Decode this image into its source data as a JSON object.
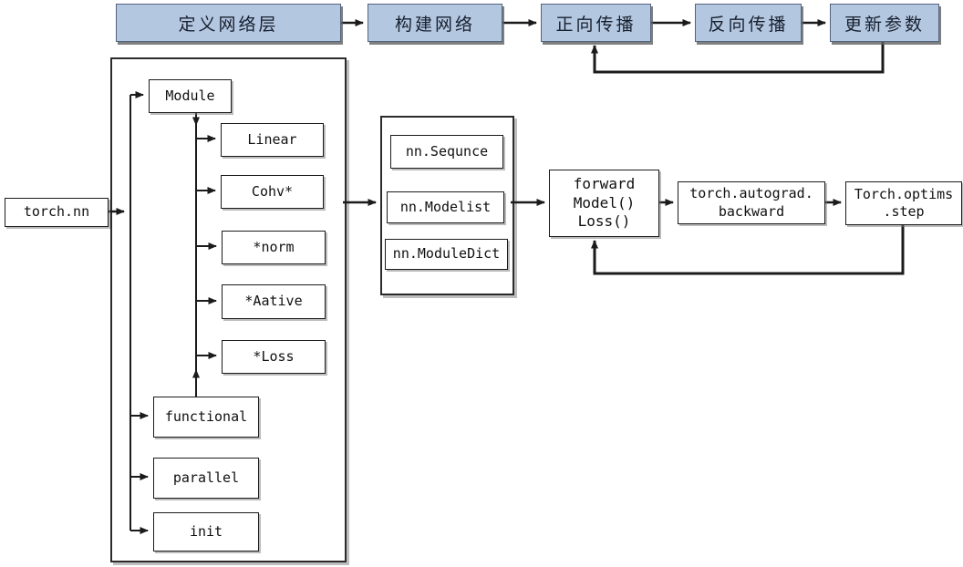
{
  "colors": {
    "background": "#ffffff",
    "step_fill": "#b4c7e1",
    "step_border": "#55647e",
    "box_border": "#1b1b1b",
    "arrow": "#1b1b1b"
  },
  "top_flow": {
    "steps": [
      {
        "label": "定义网络层"
      },
      {
        "label": "构建网络"
      },
      {
        "label": "正向传播"
      },
      {
        "label": "反向传播"
      },
      {
        "label": "更新参数"
      }
    ]
  },
  "nn_module": {
    "root_label": "torch.nn",
    "module_label": "Module",
    "module_children": [
      {
        "label": "Linear"
      },
      {
        "label": "Cohv*"
      },
      {
        "label": "*norm"
      },
      {
        "label": "*Aative"
      },
      {
        "label": "*Loss"
      }
    ],
    "siblings": [
      {
        "label": "functional"
      },
      {
        "label": "parallel"
      },
      {
        "label": "init"
      }
    ]
  },
  "builders": [
    {
      "label": "nn.Sequnce"
    },
    {
      "label": "nn.Modelist"
    },
    {
      "label": "nn.ModuleDict"
    }
  ],
  "runtime": {
    "forward_box": {
      "lines": [
        "forward",
        "Model()",
        "Loss()"
      ]
    },
    "autograd_box": {
      "lines": [
        "torch.autograd.",
        "backward"
      ]
    },
    "optim_box": {
      "lines": [
        "Torch.optims",
        ".step"
      ]
    }
  }
}
